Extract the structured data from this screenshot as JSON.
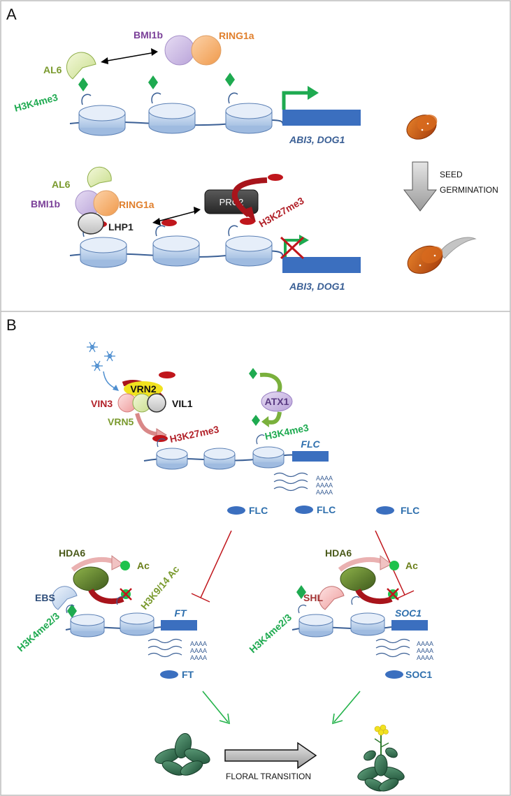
{
  "panels": {
    "a": {
      "letter": "A",
      "top": {
        "al6": "AL6",
        "bmi1b": "BMI1b",
        "ring1a": "RING1a",
        "h3k4me3": "H3K4me3",
        "genes": "ABI3, DOG1"
      },
      "bottom": {
        "al6": "AL6",
        "bmi1b": "BMI1b",
        "ring1a": "RING1a",
        "lhp1": "LHP1",
        "prc2": "PRC2",
        "h3k27me3": "H3K27me3",
        "genes": "ABI3, DOG1"
      },
      "seed_germination": [
        "SEED",
        "GERMINATION"
      ]
    },
    "b": {
      "letter": "B",
      "vernal": {
        "vrn2": "VRN2",
        "vin3": "VIN3",
        "vil1": "VIL1",
        "vrn5": "VRN5",
        "h3k27me3": "H3K27me3",
        "atx1": "ATX1",
        "h3k4me3": "H3K4me3",
        "flc_gene": "FLC",
        "polya": [
          "AAAA",
          "AAAA",
          "AAAA"
        ]
      },
      "flc_proteins": [
        "FLC",
        "FLC",
        "FLC"
      ],
      "left": {
        "hda6": "HDA6",
        "ac": "Ac",
        "ebs": "EBS",
        "h3k9": "H3K9/14 Ac",
        "h3k4me23": "H3K4me2/3",
        "gene": "FT",
        "polya": [
          "AAAA",
          "AAAA",
          "AAAA"
        ],
        "protein": "FT"
      },
      "right": {
        "hda6": "HDA6",
        "ac": "Ac",
        "shl": "SHL",
        "h3k4me23": "H3K4me2/3",
        "gene": "SOC1",
        "polya": [
          "AAAA",
          "AAAA",
          "AAAA"
        ],
        "protein": "SOC1"
      },
      "floral_transition": "FLORAL TRANSITION"
    }
  },
  "colors": {
    "green_mark": "#1eaa50",
    "red_mark": "#c0161c",
    "gene_bar": "#3b6fbf",
    "purple": "#7a3f98",
    "orange": "#e07f2c",
    "olive": "#7a9a2e",
    "dark_red_text": "#b2222a",
    "blue_text": "#2e6fad"
  }
}
